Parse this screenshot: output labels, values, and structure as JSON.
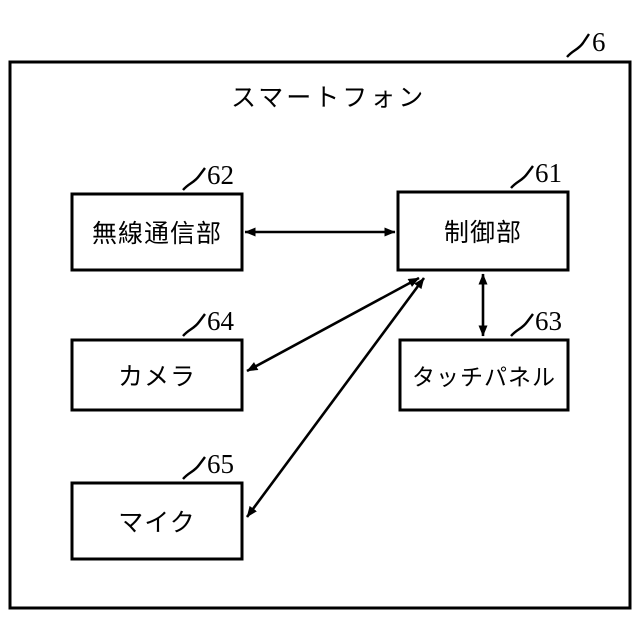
{
  "figure": {
    "reference_number": "6",
    "title": "スマートフォン"
  },
  "blocks": [
    {
      "id": "control-unit",
      "label": "制御部",
      "reference_number": "61"
    },
    {
      "id": "wireless-communication-unit",
      "label": "無線通信部",
      "reference_number": "62"
    },
    {
      "id": "touch-panel",
      "label": "タッチパネル",
      "reference_number": "63"
    },
    {
      "id": "camera",
      "label": "カメラ",
      "reference_number": "64"
    },
    {
      "id": "microphone",
      "label": "マイク",
      "reference_number": "65"
    }
  ],
  "colors": {
    "line": "#000000",
    "background": "#ffffff",
    "text": "#000000"
  }
}
